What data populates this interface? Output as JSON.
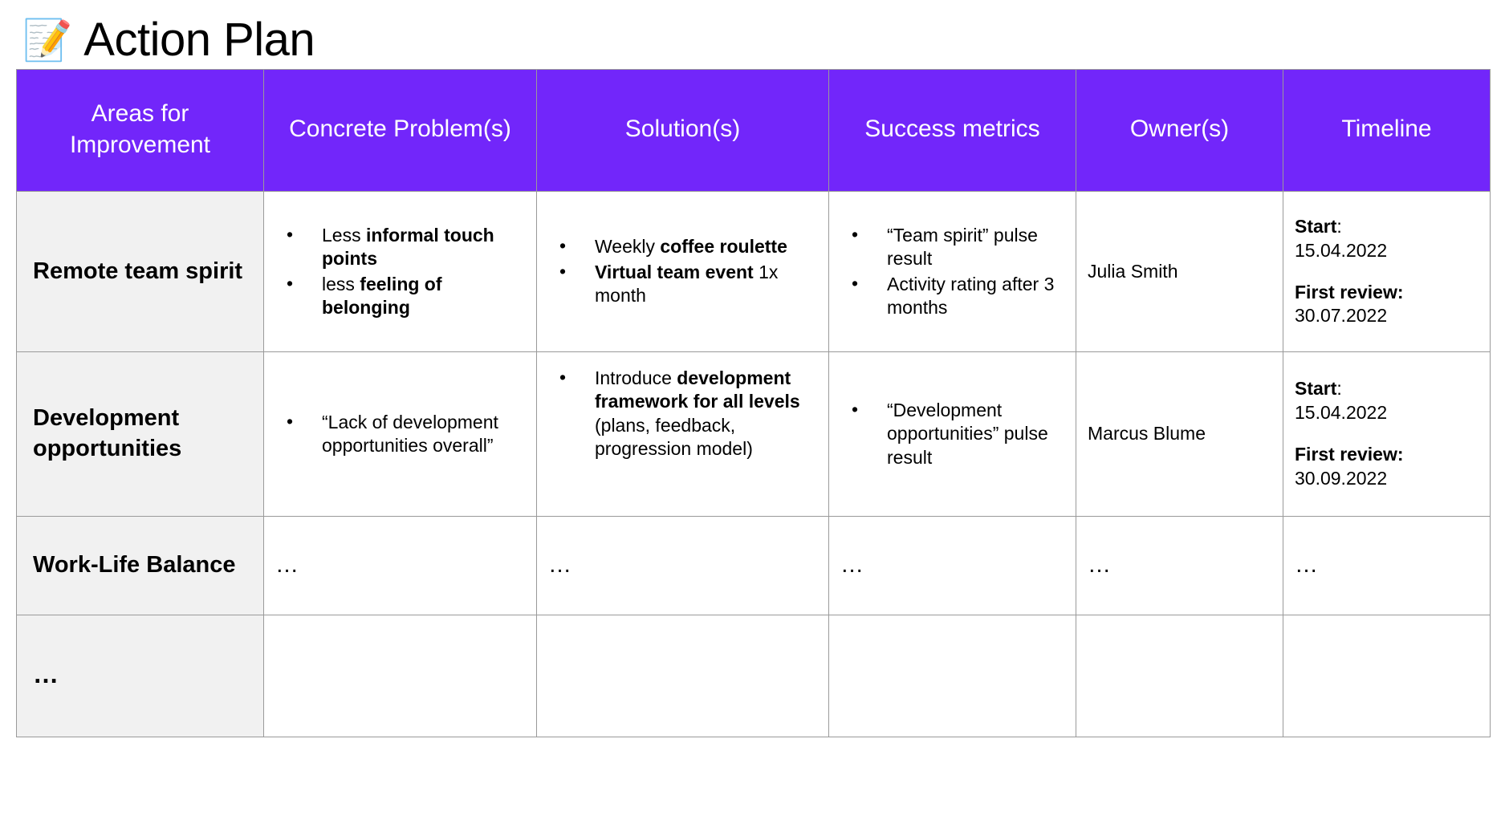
{
  "slide": {
    "emoji_icon": "memo-icon",
    "emoji_glyph": "📝",
    "title": "Action Plan",
    "accent_color": "#7226FA",
    "header_text_color": "#FFFFFF",
    "row_label_bg": "#F1F1F1",
    "border_color": "#9A9A9A",
    "background": "#FFFFFF"
  },
  "table": {
    "headers": [
      "Areas for Improvement",
      "Concrete Problem(s)",
      "Solution(s)",
      "Success metrics",
      "Owner(s)",
      "Timeline"
    ],
    "rows": [
      {
        "area": "Remote team spirit",
        "problems": [
          {
            "parts": [
              {
                "text": "Less ",
                "bold": false
              },
              {
                "text": "informal touch points",
                "bold": true
              }
            ]
          },
          {
            "parts": [
              {
                "text": "less ",
                "bold": false
              },
              {
                "text": "feeling of belonging",
                "bold": true
              }
            ]
          }
        ],
        "solutions": [
          {
            "parts": [
              {
                "text": "Weekly ",
                "bold": false
              },
              {
                "text": "coffee roulette",
                "bold": true
              }
            ]
          },
          {
            "parts": [
              {
                "text": "Virtual team event",
                "bold": true
              },
              {
                "text": " 1x month",
                "bold": false
              }
            ]
          }
        ],
        "metrics": [
          {
            "parts": [
              {
                "text": "“Team spirit” pulse result",
                "bold": false
              }
            ]
          },
          {
            "parts": [
              {
                "text": "Activity rating after 3 months",
                "bold": false
              }
            ]
          }
        ],
        "owner": "Julia Smith",
        "timeline": {
          "start_label": "Start",
          "start_suffix": ":",
          "start_date": "15.04.2022",
          "review_label": "First review:",
          "review_date": "30.07.2022"
        }
      },
      {
        "area": "Development opportunities",
        "problems": [
          {
            "parts": [
              {
                "text": "“Lack of development opportunities overall”",
                "bold": false
              }
            ]
          }
        ],
        "solutions": [
          {
            "parts": [
              {
                "text": "Introduce ",
                "bold": false
              },
              {
                "text": "development framework for all levels",
                "bold": true
              },
              {
                "text": " (plans, feedback, progression model)",
                "bold": false
              }
            ]
          }
        ],
        "metrics": [
          {
            "parts": [
              {
                "text": "“Development opportunities” pulse result",
                "bold": false
              }
            ]
          }
        ],
        "owner": "Marcus Blume",
        "timeline": {
          "start_label": "Start",
          "start_suffix": ":",
          "start_date": "15.04.2022",
          "review_label": "First review:",
          "review_date": "30.09.2022"
        }
      },
      {
        "area": "Work-Life Balance",
        "problems_placeholder": "…",
        "solutions_placeholder": "…",
        "metrics_placeholder": "…",
        "owner": "…",
        "timeline_placeholder": "…"
      },
      {
        "area": "…",
        "problems_placeholder": "",
        "solutions_placeholder": "",
        "metrics_placeholder": "",
        "owner": "",
        "timeline_placeholder": ""
      }
    ]
  }
}
